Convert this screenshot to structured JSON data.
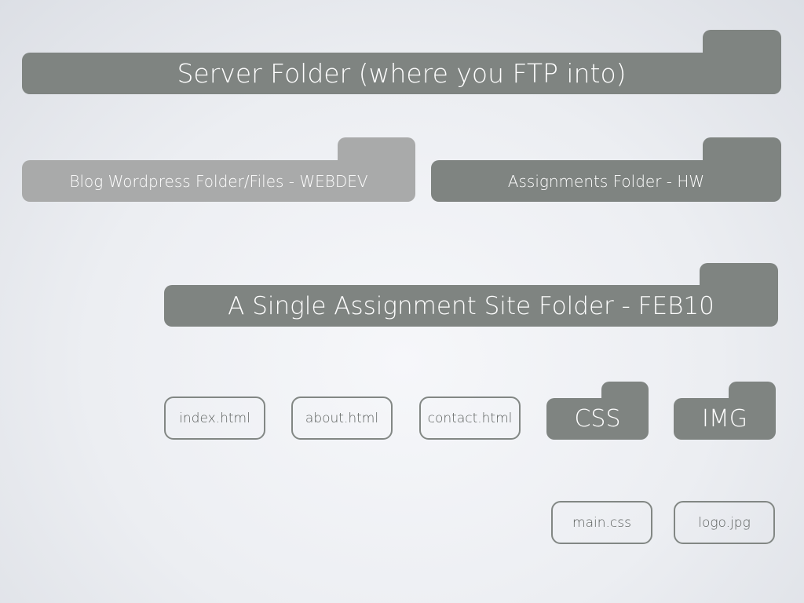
{
  "colors": {
    "folder_dark": "#7f8481",
    "folder_light": "#a9aaaa",
    "file_border": "#828784",
    "file_text": "#5b5f5d"
  },
  "icons": {
    "folder": "folder-icon",
    "file": "file-icon"
  },
  "diagram": {
    "server_folder": "Server Folder (where you FTP into)",
    "blog_folder": "Blog Wordpress Folder/Files - WEBDEV",
    "assignments_folder": "Assignments Folder - HW",
    "site_folder": "A Single Assignment Site Folder - FEB10",
    "files": {
      "index": "index.html",
      "about": "about.html",
      "contact": "contact.html",
      "main_css": "main.css",
      "logo": "logo.jpg"
    },
    "css_folder": "CSS",
    "img_folder": "IMG"
  }
}
